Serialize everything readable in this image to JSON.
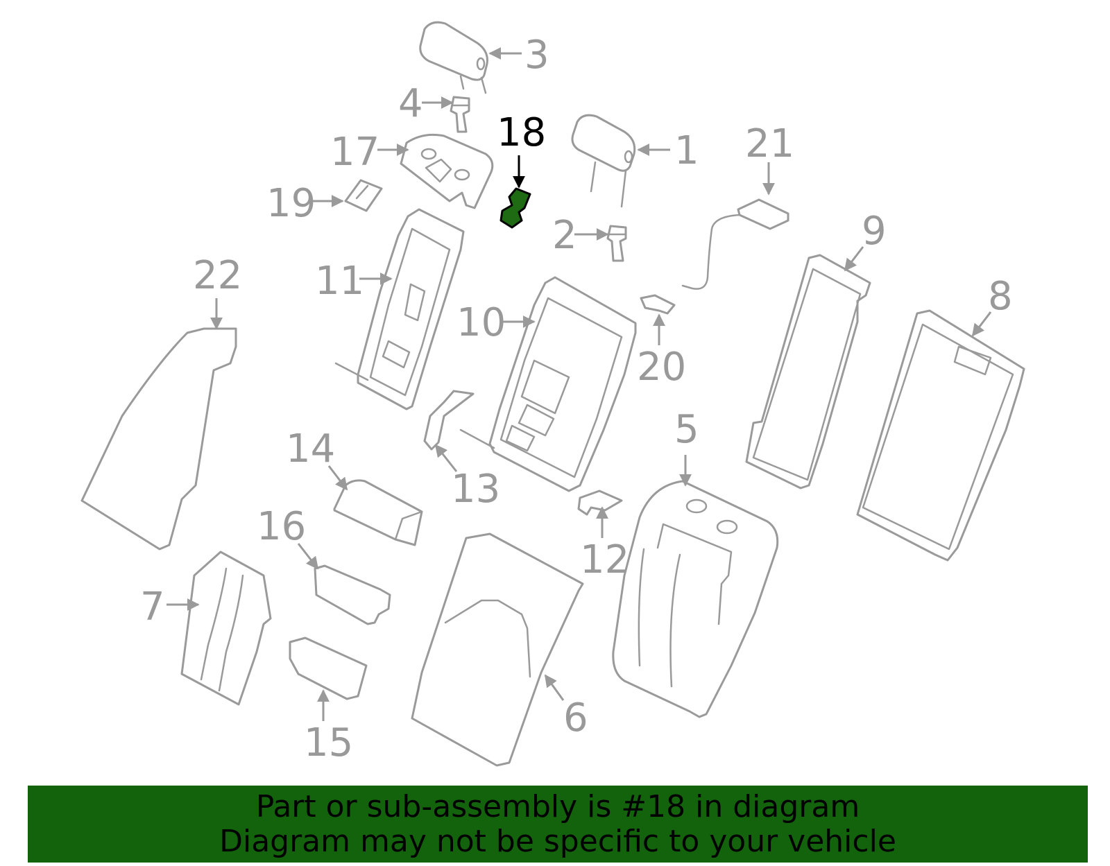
{
  "diagram": {
    "callouts": [
      "1",
      "2",
      "3",
      "4",
      "5",
      "6",
      "7",
      "8",
      "9",
      "10",
      "11",
      "12",
      "13",
      "14",
      "15",
      "16",
      "17",
      "18",
      "19",
      "20",
      "21",
      "22"
    ],
    "highlighted": "18",
    "highlight_color": "#1e6b14"
  },
  "banner": {
    "line1": "Part or sub-assembly is #18 in diagram",
    "line2": "Diagram may not be specific to your vehicle",
    "background": "#13620c"
  }
}
